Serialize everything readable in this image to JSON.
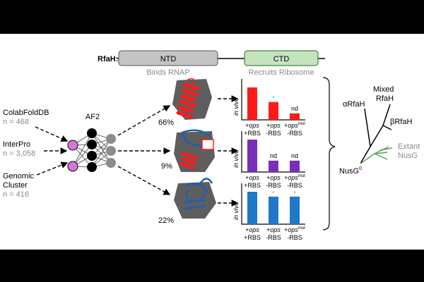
{
  "domain_bar": {
    "protein": "RfaH:",
    "ntd": "NTD",
    "ctd": "CTD",
    "ntd_caption": "Binds RNAP",
    "ctd_caption": "Recruits Ribosome"
  },
  "sources": [
    {
      "name": "ColabFoldDB",
      "count": "n = 468"
    },
    {
      "name": "InterPro",
      "count": "n = 3,058"
    },
    {
      "name": "Genomic",
      "name2": "Cluster",
      "count": "n = 416"
    }
  ],
  "model_label": "AF2",
  "outcomes": [
    {
      "percent": "66%",
      "fold": "all-alpha"
    },
    {
      "percent": "9%",
      "fold": "mixed"
    },
    {
      "percent": "22%",
      "fold": "all-beta"
    }
  ],
  "chart_common": {
    "ylabel": "in vivo",
    "col1_top": "+ops",
    "col1_bottom": "+RBS",
    "col2_top": "+ops",
    "col2_bottom": "-RBS",
    "col3_top": "+ops",
    "col3_sup": "mut",
    "col3_bottom": "-RBS"
  },
  "chart_data": [
    {
      "type": "bar",
      "color": "#ff1a1a",
      "categories": [
        "+ops +RBS",
        "+ops -RBS",
        "+ops(mut) -RBS"
      ],
      "values": [
        1.0,
        0.55,
        0.2
      ],
      "annotations": [
        "",
        "-",
        "nd"
      ]
    },
    {
      "type": "bar",
      "color": "#7a2fb8",
      "categories": [
        "+ops +RBS",
        "+ops -RBS",
        "+ops(mut) -RBS"
      ],
      "values": [
        1.0,
        0.35,
        0.35
      ],
      "annotations": [
        "",
        "nd",
        "nd"
      ]
    },
    {
      "type": "bar",
      "color": "#1f78c8",
      "categories": [
        "+ops +RBS",
        "+ops -RBS",
        "+ops(mut) -RBS"
      ],
      "values": [
        1.0,
        0.85,
        0.85
      ],
      "annotations": [
        "",
        "-",
        "-"
      ]
    }
  ],
  "tree": {
    "alpha": "αRfaH",
    "mixed1": "Mixed",
    "mixed2": "RfaH",
    "beta": "βRfaH",
    "extant1": "Extant",
    "extant2": "NusG",
    "root": "NusG",
    "root_sup": "0"
  },
  "colors": {
    "ntd_fill": "#c4c4c4",
    "ctd_fill": "#c6e3c0",
    "ctd_stroke": "#3f8a3a",
    "source_node": "#d676d8",
    "hidden_node": "#000000",
    "output_node": "#8c8c8c",
    "surface": "#5e5e5e",
    "helix": "#ff1a1a",
    "sheet": "#1f5fb4"
  }
}
